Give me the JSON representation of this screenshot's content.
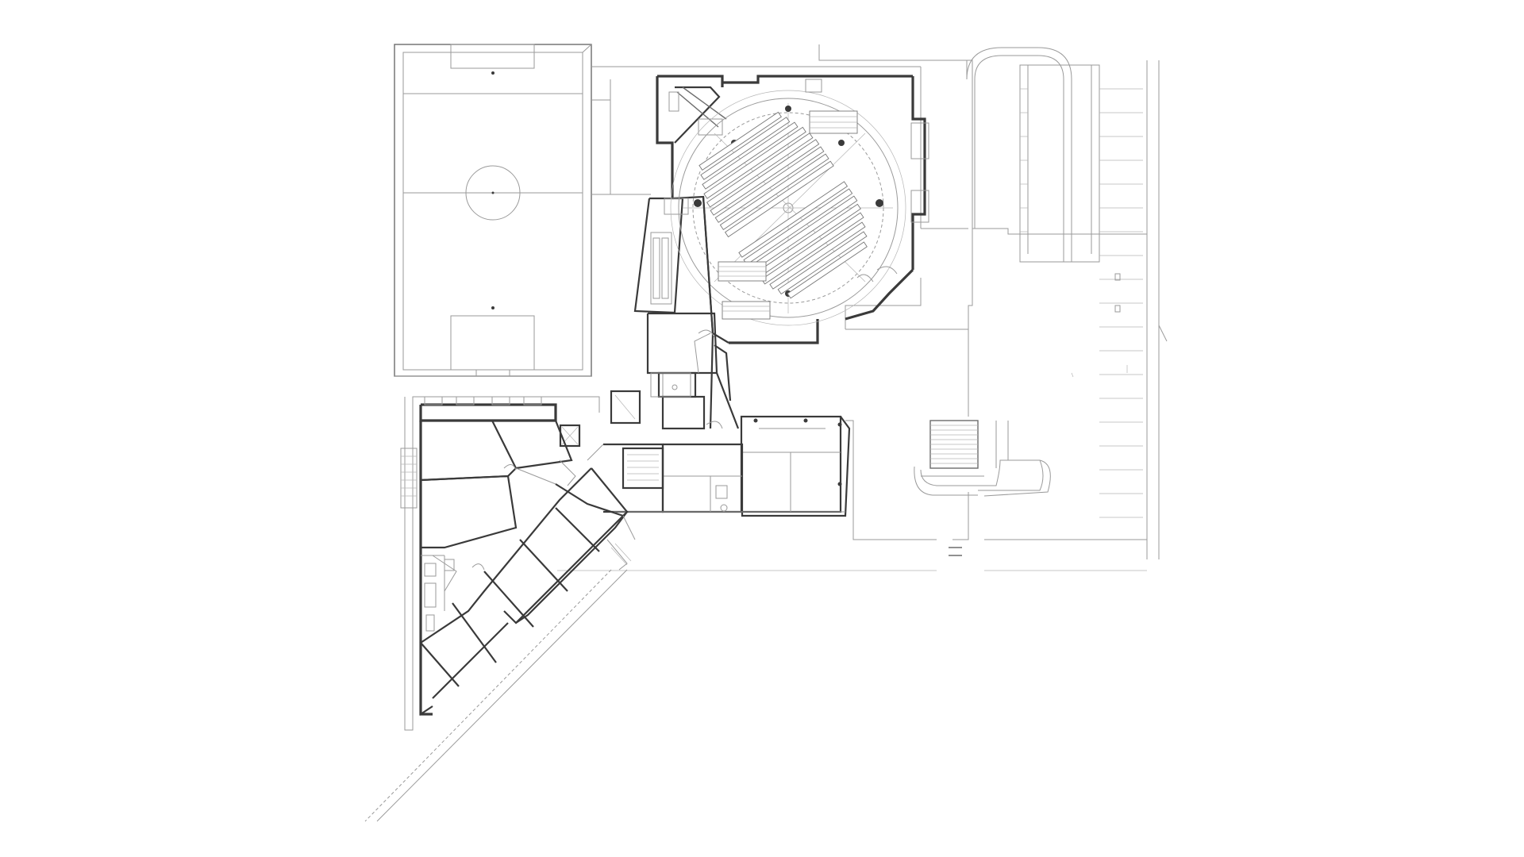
{
  "plan": {
    "background": "#ffffff",
    "line_color": "#3a3a3a",
    "sections": [
      {
        "id": "football-pitch"
      },
      {
        "id": "church-hall"
      },
      {
        "id": "parish-wing"
      },
      {
        "id": "classroom-wing"
      },
      {
        "id": "parking-area"
      },
      {
        "id": "front-steps"
      }
    ]
  }
}
